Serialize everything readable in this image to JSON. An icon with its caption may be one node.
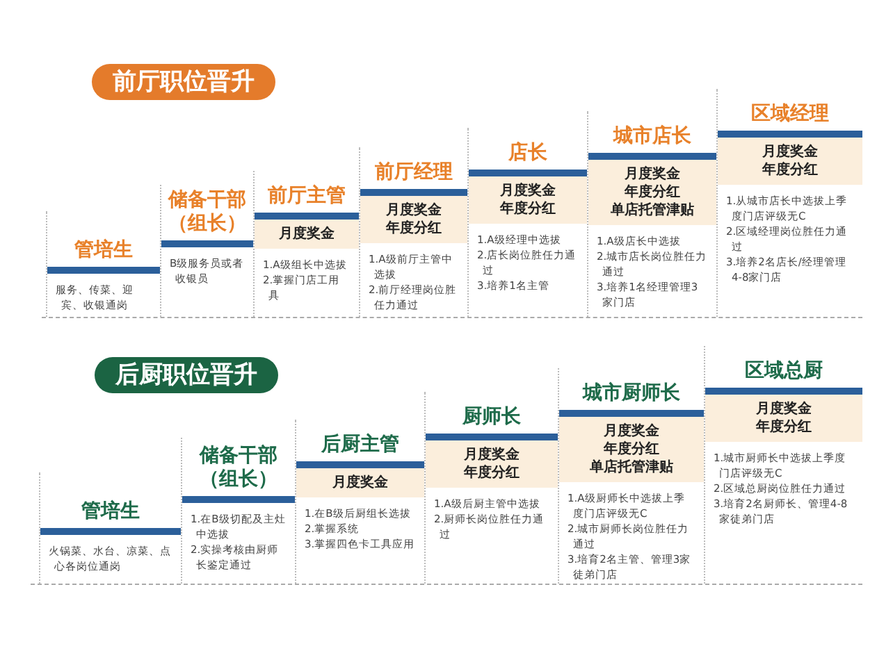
{
  "diagram": {
    "nodes": [
      {
        "text": [
          "前厅职位晋升"
        ]
      },
      {
        "text": [
          "管培生",
          "服务、传菜、迎宾、收银通岗"
        ]
      },
      {
        "text": [
          "储备干部（组长）",
          "B级服务员或者收银员"
        ]
      },
      {
        "text": [
          "前厅主管",
          "月度奖金",
          "1.A级组长中选拔",
          "2.掌握门店工用具"
        ]
      },
      {
        "text": [
          "前厅经理",
          "月度奖金",
          "年度分红",
          "1.A级前厅主管中选拔",
          "2.前厅经理岗位胜任力通过"
        ]
      },
      {
        "text": [
          "店长",
          "月度奖金",
          "年度分红",
          "1.A级经理中选拔",
          "2.店长岗位胜任力通过",
          "3.培养1名主管"
        ]
      },
      {
        "text": [
          "城市店长",
          "月度奖金",
          "年度分红",
          "单店托管津贴",
          "1.A级店长中选拔",
          "2.城市店长岗位胜任力通过",
          "3.培养1名经理管理3家门店"
        ]
      },
      {
        "text": [
          "区域经理",
          "月度奖金",
          "年度分红",
          "1.从城市店长中选拔上季度门店评级无C",
          "2.区域经理岗位胜任力通过",
          "3.培养2名店长/经理管理4-8家门店"
        ]
      },
      {
        "text": [
          "后厨职位晋升"
        ]
      },
      {
        "text": [
          "管培生",
          "火锅菜、水台、凉菜、点心各岗位通岗"
        ]
      },
      {
        "text": [
          "储备干部（组长）",
          "1.在B级切配及主灶中选拔",
          "2.实操考核由厨师长鉴定通过"
        ]
      },
      {
        "text": [
          "后厨主管",
          "月度奖金",
          "1.在B级后厨组长选拔",
          "2.掌握系统",
          "3.掌握四色卡工具应用"
        ]
      },
      {
        "text": [
          "厨师长",
          "月度奖金",
          "年度分红",
          "1.A级后厨主管中选拔",
          "2.厨师长岗位胜任力通过"
        ]
      },
      {
        "text": [
          "城市厨师长",
          "月度奖金",
          "年度分红",
          "单店托管津贴",
          "1.A级厨师长中选拔上季度门店评级无C",
          "2.城市厨师长岗位胜任力通过",
          "3.培育2名主管、管理3家徒弟门店"
        ]
      },
      {
        "text": [
          "区域总厨",
          "月度奖金",
          "年度分红",
          "1.城市厨师长中选拔上季度门店评级无C",
          "2.区域总厨岗位胜任力通过",
          "3.培育2名厨师长、管理4-8家徒弟门店"
        ]
      }
    ],
    "edges": []
  }
}
